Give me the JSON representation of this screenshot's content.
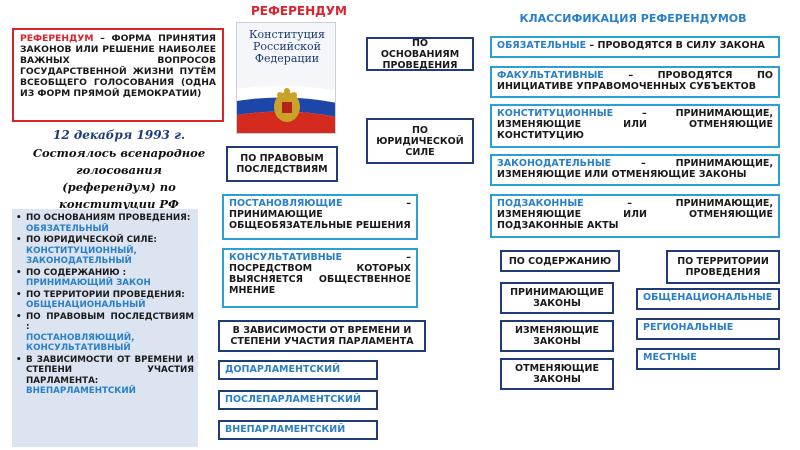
{
  "header": {
    "page_title": "РЕФЕРЕНДУМ",
    "classification_title": "КЛАССИФИКАЦИЯ РЕФЕРЕНДУМОВ"
  },
  "definition": {
    "term": "РЕФЕРЕНДУМ",
    "text": " – ФОРМА ПРИНЯТИЯ ЗАКОНОВ ИЛИ РЕШЕНИЕ НАИБОЛЕЕ ВАЖНЫХ ВОПРОСОВ ГОСУДАРСТВЕННОЙ ЖИЗНИ ПУТЁМ ВСЕОБЩЕГО ГОЛОСОВАНИЯ (ОДНА ИЗ ФОРМ ПРЯМОЙ ДЕМОКРАТИИ)"
  },
  "constitution_cover": {
    "title_line1": "Конституция",
    "title_line2": "Российской",
    "title_line3": "Федерации",
    "flag_colors": [
      "#ffffff",
      "#1c46a8",
      "#d52b1e"
    ],
    "emblem_color": "#c9a227"
  },
  "history": {
    "date": "12 декабря 1993 г.",
    "caption_line1": "Состоялось всенародное",
    "caption_line2": "голосования",
    "caption_line3": "(референдум) по",
    "caption_line4": "конституции РФ"
  },
  "summary": {
    "items": [
      {
        "q": "ПО ОСНОВАНИЯМ ПРОВЕДЕНИЯ:",
        "v": "ОБЯЗАТЕЛЬНЫЙ"
      },
      {
        "q": "ПО ЮРИДИЧЕСКОЙ СИЛЕ:",
        "v": "КОНСТИТУЦИОННЫЙ, ЗАКОНОДАТЕЛЬНЫЙ"
      },
      {
        "q": "ПО СОДЕРЖАНИЮ :",
        "v": "ПРИНИМАЮЩИЙ ЗАКОН"
      },
      {
        "q": "ПО ТЕРРИТОРИИ ПРОВЕДЕНИЯ:",
        "v": "ОБЩЕНАЦИОНАЛЬНЫЙ"
      },
      {
        "q": "ПО ПРАВОВЫМ ПОСЛЕДСТВИЯМ :",
        "v": "ПОСТАНОВЛЯЮЩИЙ, КОНСУЛЬТАТИВНЫЙ"
      },
      {
        "q": "В ЗАВИСИМОСТИ ОТ ВРЕМЕНИ И СТЕПЕНИ УЧАСТИЯ ПАРЛАМЕНТА:",
        "v": "ВНЕПАРЛАМЕНТСКИЙ"
      }
    ]
  },
  "criteria": {
    "grounds": "ПО ОСНОВАНИЯМ ПРОВЕДЕНИЯ",
    "legal_force": "ПО ЮРИДИЧЕСКОЙ СИЛЕ",
    "legal_consequences": "ПО ПРАВОВЫМ ПОСЛЕДСТВИЯМ",
    "content": "ПО СОДЕРЖАНИЮ",
    "territory": "ПО ТЕРРИТОРИИ ПРОВЕДЕНИЯ",
    "parliament": "В ЗАВИСИМОСТИ ОТ ВРЕМЕНИ И СТЕПЕНИ УЧАСТИЯ ПАРЛАМЕНТА"
  },
  "types": {
    "mandatory": {
      "term": "ОБЯЗАТЕЛЬНЫЕ",
      "text": " – ПРОВОДЯТСЯ В СИЛУ ЗАКОНА"
    },
    "optional": {
      "term": "ФАКУЛЬТАТИВНЫЕ",
      "text": " – ПРОВОДЯТСЯ ПО ИНИЦИАТИВЕ УПРАВОМОЧЕННЫХ СУБЪЕКТОВ"
    },
    "constitutional": {
      "term": "КОНСТИТУЦИОННЫЕ",
      "text": " – ПРИНИМАЮЩИЕ, ИЗМЕНЯЮЩИЕ ИЛИ ОТМЕНЯЮЩИЕ КОНСТИТУЦИЮ"
    },
    "legislative": {
      "term": "ЗАКОНОДАТЕЛЬНЫЕ",
      "text": " – ПРИНИМАЮЩИЕ, ИЗМЕНЯЮЩИЕ ИЛИ ОТМЕНЯЮЩИЕ ЗАКОНЫ"
    },
    "sublegislative": {
      "term": "ПОДЗАКОННЫЕ",
      "text": " – ПРИНИМАЮЩИЕ, ИЗМЕНЯЮЩИЕ ИЛИ ОТМЕНЯЮЩИЕ ПОДЗАКОННЫЕ АКТЫ"
    },
    "resolving": {
      "term": "ПОСТАНОВЛЯЮЩИЕ",
      "text": " – ПРИНИМАЮЩИЕ ОБЩЕОБЯЗАТЕЛЬНЫЕ РЕШЕНИЯ"
    },
    "consultative": {
      "term": "КОНСУЛЬТАТИВНЫЕ",
      "text": " – ПОСРЕДСТВОМ КОТОРЫХ ВЫЯСНЯЕТСЯ ОБЩЕСТВЕННОЕ МНЕНИЕ"
    },
    "adopting": "ПРИНИМАЮЩИЕ ЗАКОНЫ",
    "amending": "ИЗМЕНЯЮЩИЕ ЗАКОНЫ",
    "repealing": "ОТМЕНЯЮЩИЕ ЗАКОНЫ",
    "national": "ОБЩЕНАЦИОНАЛЬНЫЕ",
    "regional": "РЕГИОНАЛЬНЫЕ",
    "local": "МЕСТНЫЕ",
    "pre_parliamentary": "ДОПАРЛАМЕНТСКИЙ",
    "post_parliamentary": "ПОСЛЕПАРЛАМЕНТСКИЙ",
    "extra_parliamentary": "ВНЕПАРЛАМЕНТСКИЙ"
  },
  "colors": {
    "accent_red": "#d9232d",
    "accent_blue": "#2a7fc9",
    "border_light_blue": "#2aa0d8",
    "border_dark_blue": "#1f3b78",
    "panel_bg": "#dce4f1"
  }
}
